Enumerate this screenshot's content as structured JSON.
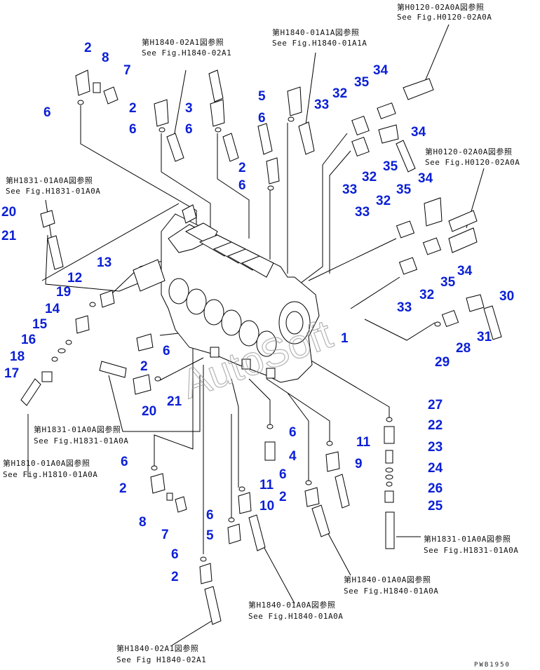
{
  "watermark": "AutoSoft",
  "drawing_code": "PWB1950",
  "references": [
    {
      "jp": "第H0120-02A0A図参照",
      "en": "See Fig.H0120-02A0A"
    },
    {
      "jp": "第H1840-02A1図参照",
      "en": "See Fig.H1840-02A1"
    },
    {
      "jp": "第H1840-01A1A図参照",
      "en": "See Fig.H1840-01A1A"
    },
    {
      "jp": "第H1831-01A0A図参照",
      "en": "See Fig.H1831-01A0A"
    },
    {
      "jp": "第H0120-02A0A図参照",
      "en": "See Fig.H0120-02A0A"
    },
    {
      "jp": "第H1831-01A0A図参照",
      "en": "See Fig.H1831-01A0A"
    },
    {
      "jp": "第H1810-01A0A図参照",
      "en": "See Fig.H1810-01A0A"
    },
    {
      "jp": "第H1831-01A0A図参照",
      "en": "See Fig.H1831-01A0A"
    },
    {
      "jp": "第H1840-01A0A図参照",
      "en": "See Fig.H1840-01A0A"
    },
    {
      "jp": "第H1840-01A0A図参照",
      "en": "See Fig.H1840-01A0A"
    },
    {
      "jp": "第H1840-02A1図参照",
      "en": "See Fig H1840-02A1"
    }
  ],
  "callouts": [
    "2",
    "8",
    "7",
    "6",
    "2",
    "6",
    "3",
    "6",
    "5",
    "6",
    "33",
    "32",
    "35",
    "34",
    "34",
    "35",
    "32",
    "33",
    "2",
    "6",
    "20",
    "21",
    "34",
    "35",
    "32",
    "33",
    "13",
    "12",
    "19",
    "14",
    "15",
    "16",
    "18",
    "17",
    "1",
    "6",
    "2",
    "20",
    "21",
    "34",
    "35",
    "32",
    "33",
    "30",
    "31",
    "28",
    "29",
    "27",
    "22",
    "23",
    "24",
    "26",
    "25",
    "6",
    "4",
    "11",
    "9",
    "6",
    "11",
    "10",
    "2",
    "6",
    "2",
    "8",
    "7",
    "6",
    "5",
    "6",
    "2"
  ]
}
